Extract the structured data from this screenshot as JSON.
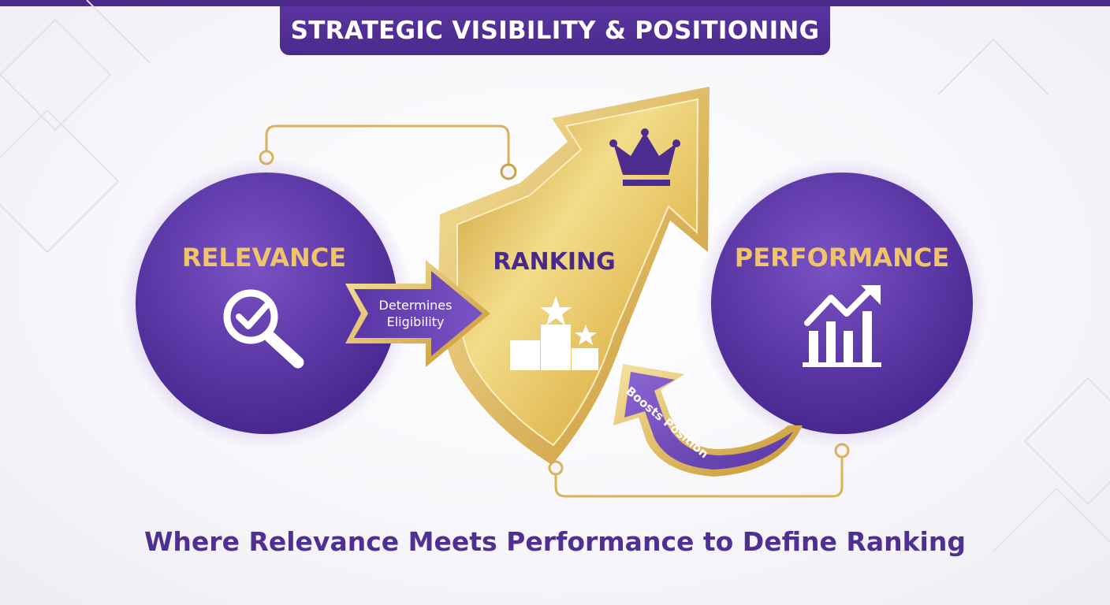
{
  "title": "STRATEGIC VISIBILITY & POSITIONING",
  "nodes": {
    "relevance": "RELEVANCE",
    "ranking": "RANKING",
    "performance": "PERFORMANCE"
  },
  "arrows": {
    "determines_line1": "Determines",
    "determines_line2": "Eligibility",
    "boosts": "Boosts Position"
  },
  "tagline": "Where Relevance Meets Performance to Define Ranking",
  "colors": {
    "purple": "#5b37a6",
    "purple_dark": "#3f2280",
    "gold": "#e0b84a",
    "gold_light": "#f6e29a"
  },
  "icons": [
    "search-check-icon",
    "crown-icon",
    "podium-stars-icon",
    "bar-chart-growth-icon"
  ]
}
